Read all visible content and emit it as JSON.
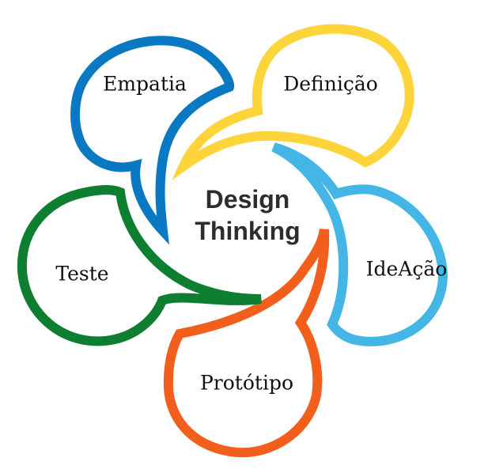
{
  "diagram": {
    "title_line1": "Design",
    "title_line2": "Thinking",
    "stages": [
      {
        "label": "Empatia",
        "color": "#0a79c4"
      },
      {
        "label": "Definição",
        "color": "#fdd53a"
      },
      {
        "label": "IdeAção",
        "color": "#43b6e6"
      },
      {
        "label": "Protótipo",
        "color": "#f25e1c"
      },
      {
        "label": "Teste",
        "color": "#0e7f31"
      }
    ]
  }
}
